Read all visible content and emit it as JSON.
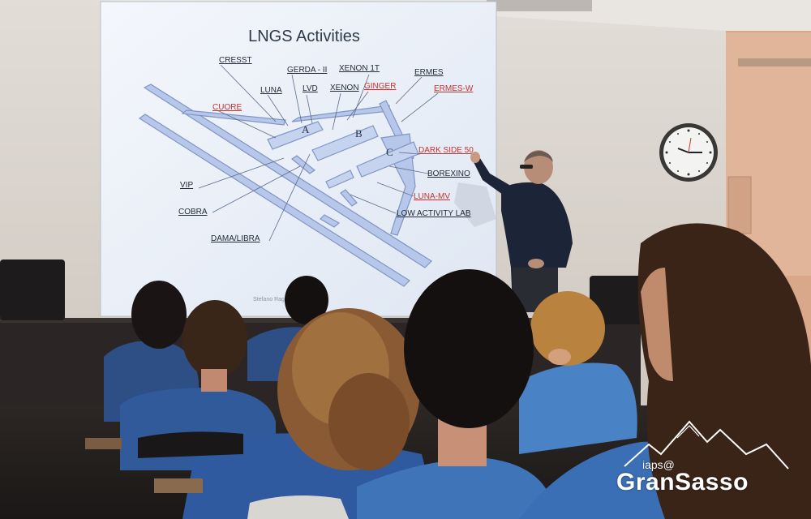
{
  "slide": {
    "title": "LNGS Activities",
    "hall_letters": [
      "A",
      "B",
      "C"
    ],
    "labels": {
      "cresst": "CRESST",
      "gerda": "GERDA - II",
      "xenon1t": "XENON 1T",
      "ermes": "ERMES",
      "luna": "LUNA",
      "lvd": "LVD",
      "xenon": "XENON",
      "ginger": "GINGER",
      "ermesw": "ERMES-W",
      "cuore": "CUORE",
      "darkside": "DARK SIDE 50",
      "borexino": "BOREXINO",
      "lunamv": "LUNA-MV",
      "vip": "VIP",
      "cobra": "COBRA",
      "lowlab": "LOW ACTIVITY LAB",
      "dama": "DAMA/LIBRA"
    },
    "red_labels": [
      "cuore",
      "ginger",
      "ermesw",
      "darkside",
      "lunamv"
    ],
    "footer": "Stefano Rag... & LNGS"
  },
  "logo": {
    "line1": "iaps@",
    "line2": "GranSasso"
  },
  "colors": {
    "red_label": "#c8322e",
    "tunnel": "#9aaed8",
    "shirts": "#3d6fb0",
    "wall": "#d9d4cd"
  }
}
